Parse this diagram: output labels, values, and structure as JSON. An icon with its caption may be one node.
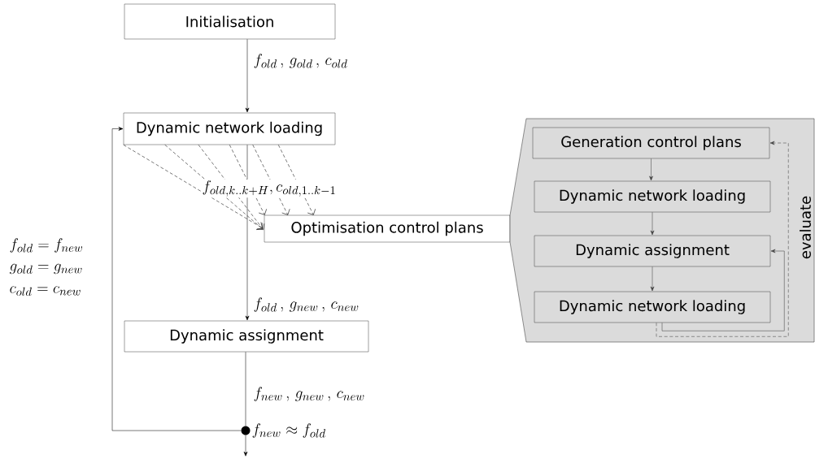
{
  "diagram": {
    "nodes": [
      {
        "text": [
          "Initialisation"
        ]
      },
      {
        "text": [
          "Dynamic network loading"
        ]
      },
      {
        "text": [
          "Optimisation control plans"
        ]
      },
      {
        "text": [
          "Dynamic assignment"
        ]
      },
      {
        "text": [],
        "shape": "box"
      },
      {
        "text": [
          "Generation control plans"
        ],
        "in": 4
      },
      {
        "text": [
          "Dynamic network loading"
        ],
        "in": 4
      },
      {
        "text": [
          "Dynamic assignment"
        ],
        "in": 4
      },
      {
        "text": [
          "Dynamic network loading"
        ],
        "in": 4
      },
      {
        "text": [],
        "shape": "circle",
        "beside": [
          "f_{new} \\approx f_{old}"
        ]
      }
    ],
    "edges": [
      {
        "from": 0,
        "to": 1,
        "arrow": "to",
        "label": "f_{old}\\,,\\, g_{old}\\,,\\, c_{old}"
      },
      {
        "from": 1,
        "to": 3,
        "arrow": "to",
        "label": "f_{old}\\,,\\, g_{new}\\,,\\, c_{new}"
      },
      {
        "from": 1,
        "to": 2,
        "arrow": "to",
        "style": "dashed"
      },
      {
        "from": 1,
        "to": 2,
        "arrow": "to",
        "style": "dashed"
      },
      {
        "from": 1,
        "to": 2,
        "arrow": "to",
        "style": "dashed"
      },
      {
        "from": 1,
        "to": 2,
        "arrow": "to",
        "style": "dashed"
      },
      {
        "from": 1,
        "to": 2,
        "arrow": "to",
        "style": "dashed"
      },
      {
        "from": 1,
        "to": 2,
        "arrow": "to",
        "style": "dashed"
      },
      {
        "from": 3,
        "to": 9,
        "arrow": "none",
        "label": "f_{new}\\,,\\, g_{new}\\,,\\, c_{new}"
      },
      {
        "from": 9,
        "to": null,
        "arrow": "to"
      },
      {
        "from": 9,
        "to": 1,
        "arrow": "to"
      },
      {
        "from": 5,
        "to": 6,
        "arrow": "to"
      },
      {
        "from": 6,
        "to": 7,
        "arrow": "to"
      },
      {
        "from": 7,
        "to": 8,
        "arrow": "to"
      },
      {
        "from": 8,
        "to": 7,
        "arrow": "to"
      },
      {
        "from": 8,
        "to": 5,
        "arrow": "to",
        "style": "dashed",
        "label": "evaluate"
      }
    ],
    "labels": [
      "f_{old,k..k+H}, c_{old,1..k-1}",
      "f_{old} = f_{new}",
      "g_{old} = g_{new}",
      "c_{old} = c_{new}"
    ]
  }
}
